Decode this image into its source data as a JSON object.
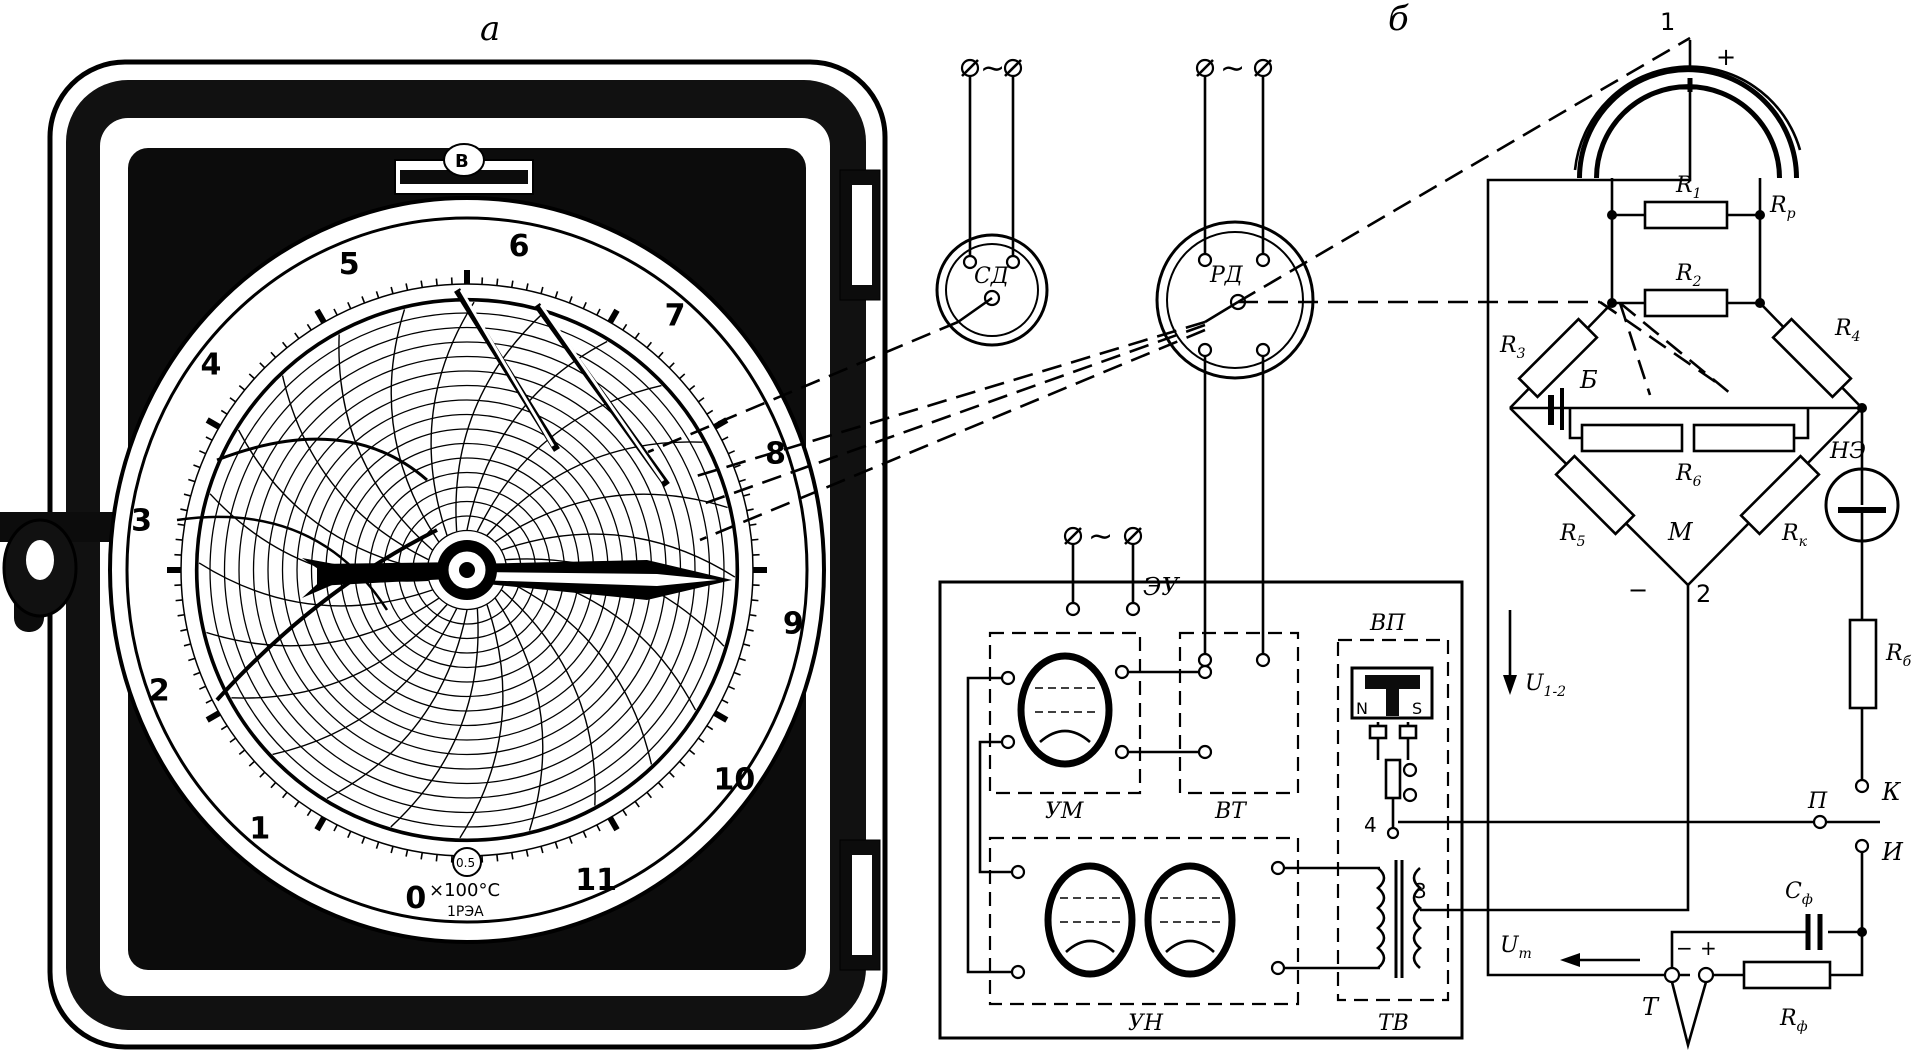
{
  "panel_labels": {
    "a": "а",
    "b": "б"
  },
  "dial": {
    "hour_numbers": [
      "0",
      "1",
      "2",
      "3",
      "4",
      "5",
      "6",
      "7",
      "8",
      "9",
      "10",
      "11"
    ],
    "center_mark": "0.5",
    "scale_text": "×100°C",
    "model_text": "1РЭА"
  },
  "sensors": {
    "sd": "СД",
    "rd": "РД",
    "ac_symbol": "∼"
  },
  "electronic_unit": {
    "label": "ЭУ",
    "um": "УМ",
    "vt": "ВТ",
    "un": "УН",
    "vp": "ВП",
    "tv": "ТВ",
    "magnet_n": "N",
    "magnet_s": "S",
    "node_3": "3",
    "node_4": "4"
  },
  "bridge": {
    "node_1": "1",
    "node_2": "2",
    "plus": "+",
    "minus": "−",
    "R1": "R",
    "R1_sub": "1",
    "R2": "R",
    "R2_sub": "2",
    "R3": "R",
    "R3_sub": "3",
    "R4": "R",
    "R4_sub": "4",
    "R5": "R",
    "R5_sub": "5",
    "R6": "R",
    "R6_sub": "6",
    "Rk": "R",
    "Rk_sub": "к",
    "Rp": "R",
    "Rp_sub": "р",
    "Rb": "R",
    "Rb_sub": "б",
    "Rf": "R",
    "Rf_sub": "ф",
    "Cf": "C",
    "Cf_sub": "ф",
    "B": "Б",
    "M": "М",
    "NE": "НЭ",
    "P": "П",
    "K": "К",
    "I": "И",
    "T": "Т",
    "U12": "U",
    "U12_sub": "1-2",
    "Ut": "U",
    "Ut_sub": "т"
  }
}
